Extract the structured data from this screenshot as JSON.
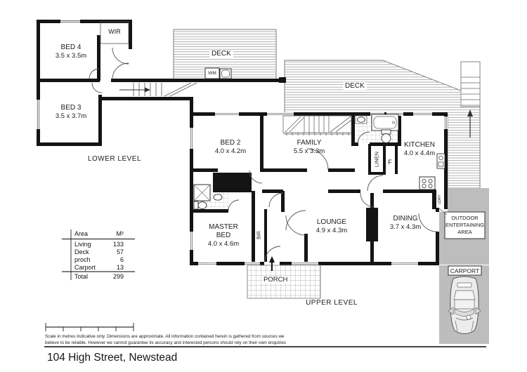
{
  "plan": {
    "lower_level_label": "LOWER LEVEL",
    "upper_level_label": "UPPER LEVEL",
    "rooms": {
      "bed4": {
        "name": "BED 4",
        "dims": "3.5 x 3.5m"
      },
      "bed3": {
        "name": "BED 3",
        "dims": "3.5 x 3.7m"
      },
      "wir": {
        "name": "WIR"
      },
      "deck_top": {
        "name": "DECK"
      },
      "deck_right": {
        "name": "DECK"
      },
      "wm": {
        "name": "WM"
      },
      "bed2": {
        "name": "BED 2",
        "dims": "4.0 x 4.2m"
      },
      "family": {
        "name": "FAMILY",
        "dims": "5.5 x 3.3m"
      },
      "kitchen": {
        "name": "KITCHEN",
        "dims": "4.0 x 4.4m"
      },
      "linen": {
        "name": "LINEN"
      },
      "fridge": {
        "name": "F"
      },
      "master_bed": {
        "name": "MASTER BED",
        "dims": "4.0 x 4.6m"
      },
      "bir": {
        "name": "BIR"
      },
      "lounge": {
        "name": "LOUNGE",
        "dims": "4.9 x 4.3m"
      },
      "dining": {
        "name": "DINING",
        "dims": "3.7 x 4.3m"
      },
      "porch": {
        "name": "PORCH"
      },
      "ldry": {
        "name": "LDRY"
      },
      "outdoor_area": {
        "name": "OUTDOOR ENTERTAINING AREA"
      },
      "carport": {
        "name": "CARPORT"
      }
    }
  },
  "area_table": {
    "col_area": "Area",
    "col_m2": "M²",
    "rows": [
      [
        "Living",
        "133"
      ],
      [
        "Deck",
        "57"
      ],
      [
        "proch",
        "6"
      ],
      [
        "Carport",
        "13"
      ]
    ],
    "total_label": "Total",
    "total_value": "299"
  },
  "footer": {
    "disclaimer1": "Scale in metres Indicative only. Dimensions are approximate. All information contained herein is gathered from sources we",
    "disclaimer2": "believe to be reliable. However we cannot guarantee its accuracy and interested persons should rely on their own enquiries",
    "address": "104 High Street, Newstead"
  },
  "colors": {
    "wall": "#141414",
    "area_gray": "#bdbdbd"
  }
}
